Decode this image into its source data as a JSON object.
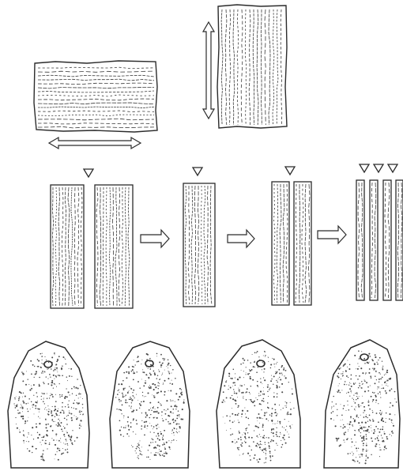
{
  "figure": {
    "ink_color": "#2b2b2b",
    "paper_color": "#ffffff",
    "row1": {
      "items": [
        {
          "kind": "bark-sheet",
          "fiber_direction": "horizontal",
          "arrow": "double-horizontal"
        },
        {
          "kind": "bark-sheet",
          "fiber_direction": "vertical",
          "arrow": "double-vertical"
        }
      ]
    },
    "row2": {
      "stages": [
        {
          "strips": 2,
          "cut_markers": 1
        },
        {
          "strips": 1,
          "cut_markers": 1
        },
        {
          "strips": 2,
          "cut_markers": 1
        },
        {
          "strips": 4,
          "cut_markers": 3
        }
      ],
      "connector": "right-arrow-icon"
    },
    "row3": {
      "items": [
        {
          "kind": "stone-pendant",
          "hole": true
        },
        {
          "kind": "stone-pendant",
          "hole": true
        },
        {
          "kind": "stone-pendant",
          "hole": true
        },
        {
          "kind": "stone-pendant",
          "hole": true
        }
      ]
    }
  }
}
